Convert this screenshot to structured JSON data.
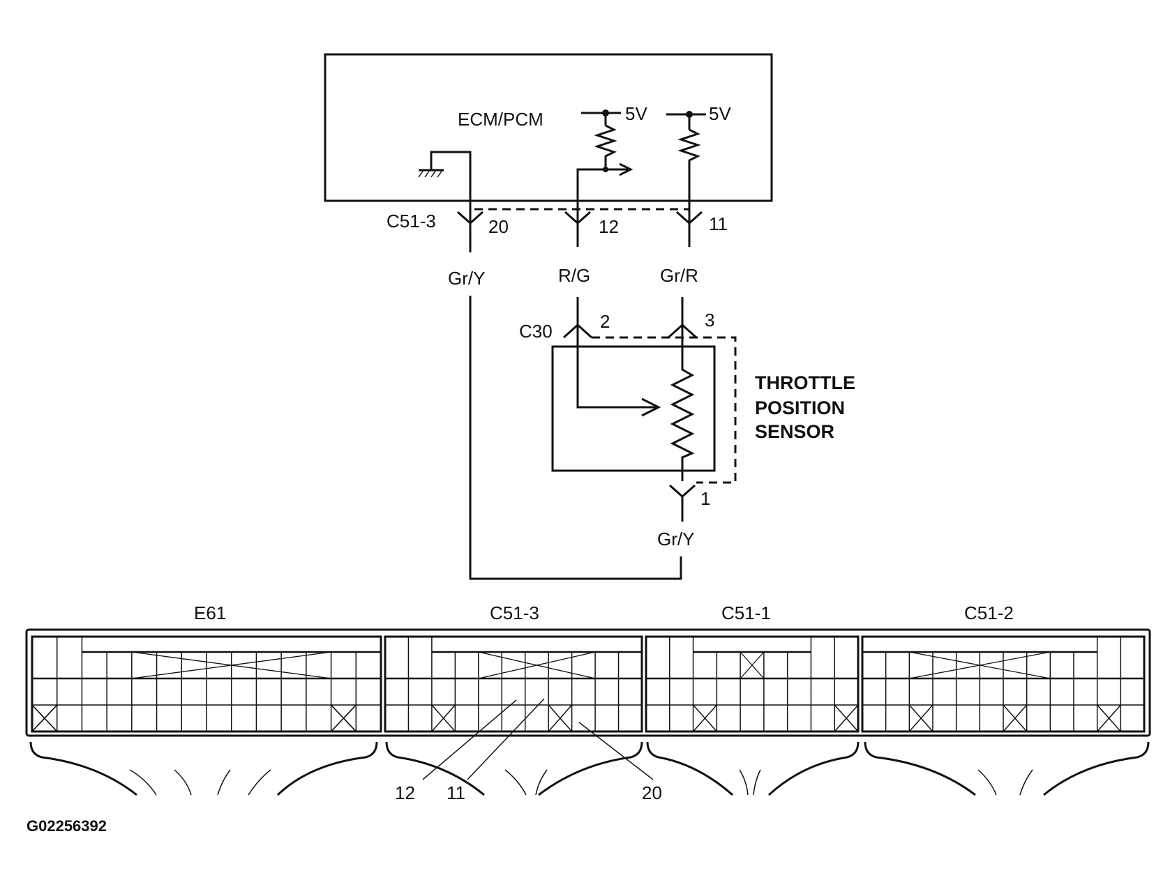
{
  "module": {
    "name": "ECM/PCM",
    "supply_a": "5V",
    "supply_b": "5V"
  },
  "ecm_connector": {
    "name": "C51-3",
    "pins": {
      "left": "20",
      "mid": "12",
      "right": "11"
    }
  },
  "wires": {
    "ground": "Gr/Y",
    "signal": "R/G",
    "reference": "Gr/R",
    "sensor_ground": "Gr/Y"
  },
  "sensor_connector": {
    "name": "C30",
    "pins": {
      "signal": "2",
      "reference": "3",
      "ground": "1"
    }
  },
  "sensor": {
    "line1": "THROTTLE",
    "line2": "POSITION",
    "line3": "SENSOR"
  },
  "connector_block": {
    "labels": [
      "E61",
      "C51-3",
      "C51-1",
      "C51-2"
    ],
    "callouts": [
      "12",
      "11",
      "20"
    ]
  },
  "reference_id": "G02256392"
}
